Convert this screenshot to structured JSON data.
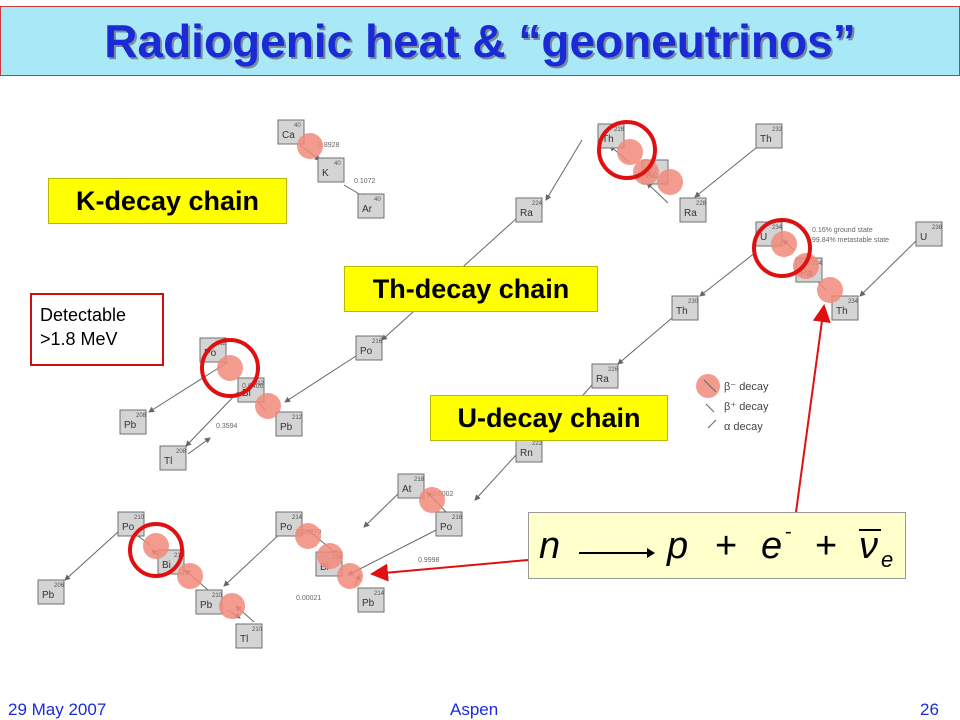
{
  "title": "Radiogenic heat & “geoneutrinos”",
  "labels": {
    "k_chain": "K-decay chain",
    "th_chain": "Th-decay chain",
    "u_chain": "U-decay chain",
    "detectable_line1": "Detectable",
    "detectable_line2": ">1.8 MeV"
  },
  "equation": {
    "n": "n",
    "p": "p",
    "plus1": "+",
    "e": "e",
    "e_sup": "-",
    "plus2": "+",
    "nu": "ν",
    "nu_sub": "e"
  },
  "legend": {
    "beta_minus": "β⁻ decay",
    "beta_plus": "β⁺ decay",
    "alpha": "α decay"
  },
  "footer": {
    "date": "29 May 2007",
    "place": "Aspen",
    "page": "26"
  },
  "colors": {
    "title_bg": "#a9e8f6",
    "title_text": "#1a2bd6",
    "label_bg": "#ffff00",
    "highlight": "#e01010",
    "dot": "#f08a7a"
  },
  "nuclides": [
    {
      "id": "ca40",
      "sym": "Ca",
      "mass": "40"
    },
    {
      "id": "k40",
      "sym": "K",
      "mass": "40"
    },
    {
      "id": "ar40",
      "sym": "Ar",
      "mass": "40"
    },
    {
      "id": "th232",
      "sym": "Th",
      "mass": "232"
    },
    {
      "id": "ra228",
      "sym": "Ra",
      "mass": "228"
    },
    {
      "id": "ac228",
      "sym": "Ac",
      "mass": ""
    },
    {
      "id": "th228",
      "sym": "Th",
      "mass": "228"
    },
    {
      "id": "ra224",
      "sym": "Ra",
      "mass": "224"
    },
    {
      "id": "po216",
      "sym": "Po",
      "mass": "216"
    },
    {
      "id": "po212",
      "sym": "Po",
      "mass": "212"
    },
    {
      "id": "bi212",
      "sym": "Bi",
      "mass": "212"
    },
    {
      "id": "pb212",
      "sym": "Pb",
      "mass": "212"
    },
    {
      "id": "pb208",
      "sym": "Pb",
      "mass": "208"
    },
    {
      "id": "tl208",
      "sym": "Tl",
      "mass": "208"
    },
    {
      "id": "u238",
      "sym": "U",
      "mass": "238"
    },
    {
      "id": "th234",
      "sym": "Th",
      "mass": "234"
    },
    {
      "id": "pa234",
      "sym": "Pa",
      "mass": "234"
    },
    {
      "id": "u234",
      "sym": "U",
      "mass": "234"
    },
    {
      "id": "th230",
      "sym": "Th",
      "mass": "230"
    },
    {
      "id": "ra226",
      "sym": "Ra",
      "mass": "226"
    },
    {
      "id": "rn222",
      "sym": "Rn",
      "mass": "222"
    },
    {
      "id": "at218",
      "sym": "At",
      "mass": "218"
    },
    {
      "id": "po218",
      "sym": "Po",
      "mass": "218"
    },
    {
      "id": "po214",
      "sym": "Po",
      "mass": "214"
    },
    {
      "id": "bi214",
      "sym": "Bi",
      "mass": "214"
    },
    {
      "id": "pb214",
      "sym": "Pb",
      "mass": "214"
    },
    {
      "id": "po210",
      "sym": "Po",
      "mass": "210"
    },
    {
      "id": "bi210",
      "sym": "Bi",
      "mass": "210"
    },
    {
      "id": "pb210",
      "sym": "Pb",
      "mass": "210"
    },
    {
      "id": "tl210",
      "sym": "Tl",
      "mass": "210"
    },
    {
      "id": "pb206",
      "sym": "Pb",
      "mass": "206"
    }
  ]
}
